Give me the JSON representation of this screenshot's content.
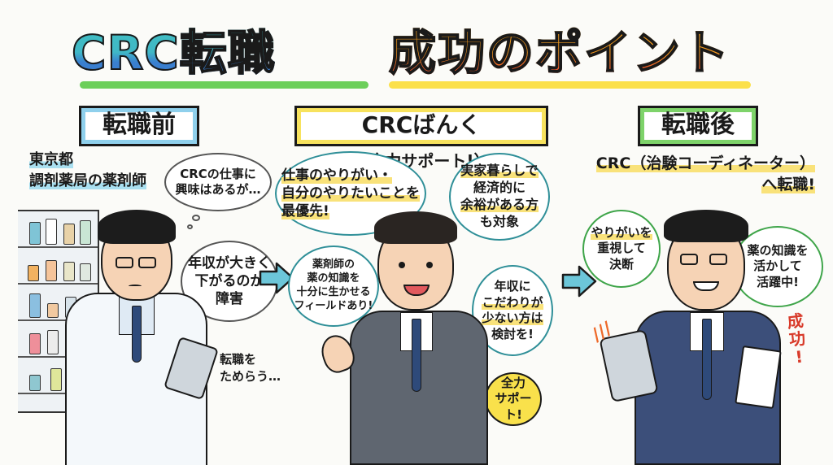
{
  "title": {
    "part1": "CRC転職",
    "part2": "成功のポイント"
  },
  "sections": {
    "before": {
      "header": "転職前",
      "label_line1": "東京都",
      "label_line2": "調剤薬局の薬剤師",
      "bubble_thought": [
        "CRCの仕事に",
        "興味はあるが…"
      ],
      "bubble_worry": [
        "年収が大きく",
        "下がるのが",
        "障害"
      ],
      "caption": [
        "転職を",
        "ためらう…"
      ]
    },
    "middle": {
      "header_main": "CRCばんく",
      "header_sub": "（全力サポート!）",
      "bubble_priority": [
        "仕事のやりがい・",
        "自分のやりたいことを",
        "最優先!"
      ],
      "bubble_family": [
        "実家暮らしで",
        "経済的に",
        "余裕がある方",
        "も対象"
      ],
      "bubble_field": [
        "薬剤師の",
        "薬の知識を",
        "十分に生かせる",
        "フィールドあり!"
      ],
      "bubble_salary": [
        "年収に",
        "こだわりが",
        "少ない方は",
        "検討を!"
      ],
      "bubble_support": [
        "全力",
        "サポート!"
      ]
    },
    "after": {
      "header": "転職後",
      "label_line1": "CRC（治験コーディネーター）",
      "label_line2": "へ転職!",
      "bubble_decision": [
        "やりがいを",
        "重視して",
        "決断"
      ],
      "bubble_active": [
        "薬の知識を",
        "活かして",
        "活躍中!"
      ],
      "success_text": [
        "成",
        "功",
        "!"
      ]
    }
  },
  "colors": {
    "title_blue": "#3a9fd0",
    "title_orange": "#f3862a",
    "underline_green": "#6ccf5a",
    "underline_yellow": "#fbe04a",
    "arrow_fill": "#6cc6d9",
    "before_accent": "#8fd0ec",
    "middle_accent": "#f7e25d",
    "after_accent": "#7ed36a",
    "success_red": "#d83a2a"
  }
}
